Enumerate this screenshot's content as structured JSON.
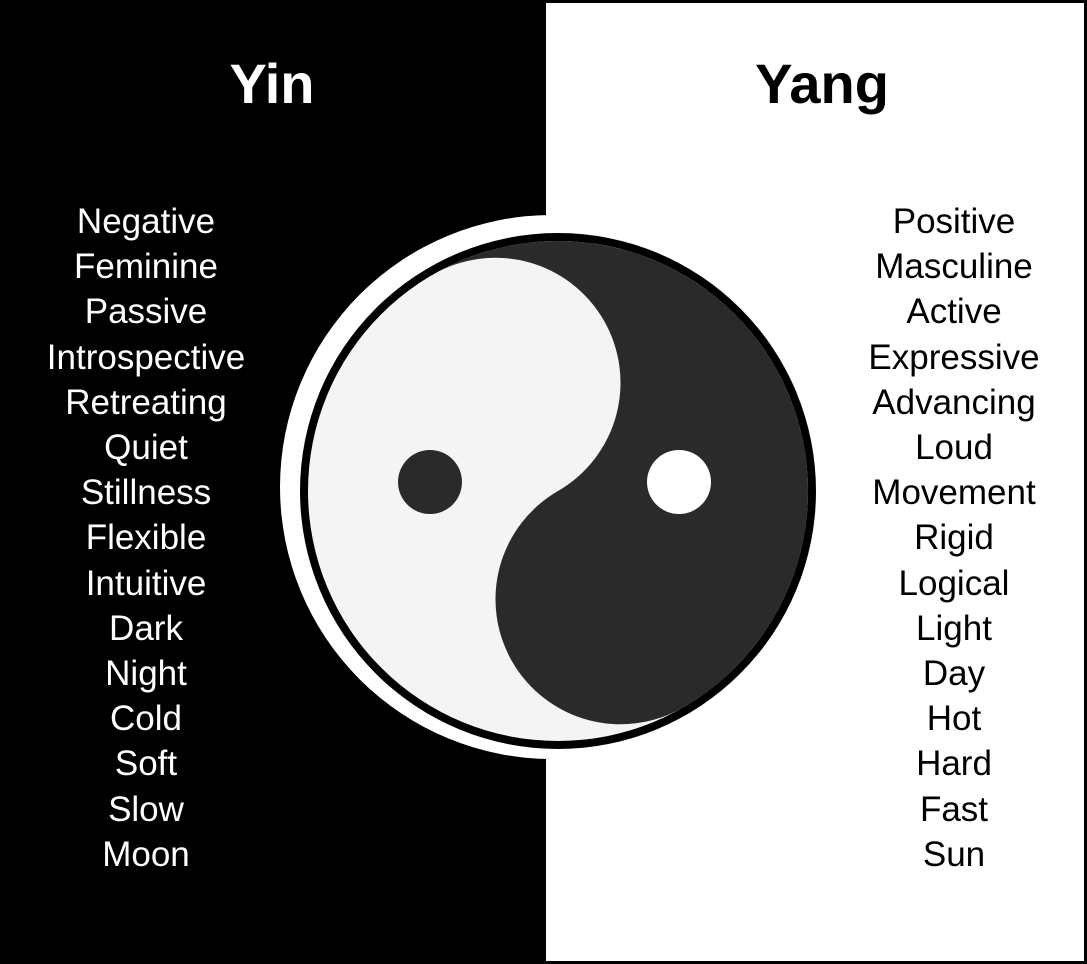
{
  "yin": {
    "title": "Yin",
    "color": "#000000",
    "traits": [
      "Negative",
      "Feminine",
      "Passive",
      "Introspective",
      "Retreating",
      "Quiet",
      "Stillness",
      "Flexible",
      "Intuitive",
      "Dark",
      "Night",
      "Cold",
      "Soft",
      "Slow",
      "Moon"
    ]
  },
  "yang": {
    "title": "Yang",
    "color": "#ffffff",
    "traits": [
      "Positive",
      "Masculine",
      "Active",
      "Expressive",
      "Advancing",
      "Loud",
      "Movement",
      "Rigid",
      "Logical",
      "Light",
      "Day",
      "Hot",
      "Hard",
      "Fast",
      "Sun"
    ]
  },
  "symbol": {
    "icon": "yin-yang-icon",
    "dark_color": "#2a2a2a",
    "light_color": "#f4f4f4"
  }
}
